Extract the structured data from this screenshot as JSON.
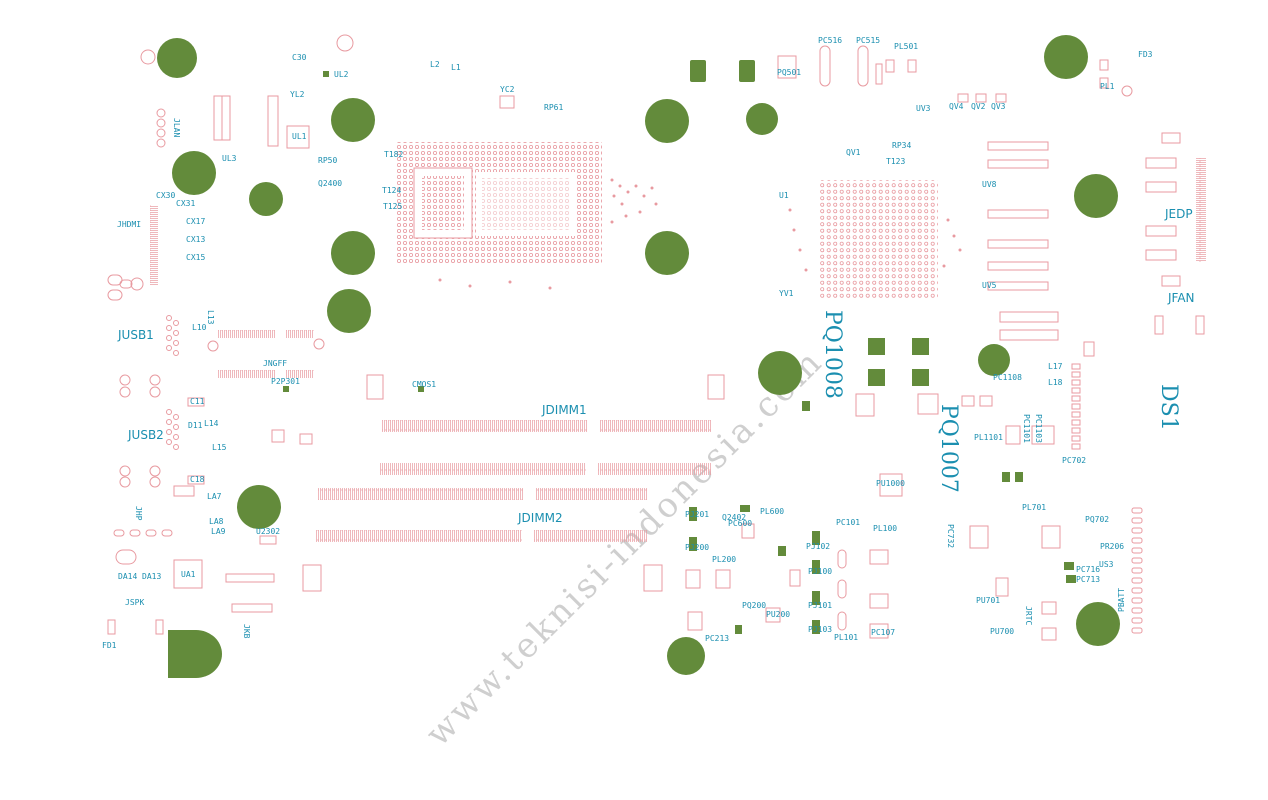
{
  "watermark": "www.teknisi-indonesia.com",
  "colors": {
    "silkscreen": "#e89aa0",
    "labels": "#1b8fb0",
    "mounting_holes": "#638b3b",
    "background": "#ffffff"
  },
  "labels": {
    "jusb1": "JUSB1",
    "jusb2": "JUSB2",
    "jedp": "JEDP",
    "jfan": "JFAN",
    "jdimm1": "JDIMM1",
    "jdimm2": "JDIMM2",
    "jngff": "JNGFF",
    "jhdmi": "JHDMI",
    "jlan": "JLAN",
    "jhp": "JHP",
    "jkb": "JKB",
    "jspk": "JSPK",
    "ds1": "DS1",
    "pq1008": "PQ1008",
    "pq1007": "PQ1007",
    "u1": "U1",
    "ul1": "UL1",
    "ul2": "UL2",
    "ul3": "UL3",
    "ua1": "UA1",
    "uv3": "UV3",
    "uv5": "UV5",
    "uv8": "UV8",
    "u2302": "U2302",
    "us3": "US3",
    "l1": "L1",
    "l2": "L2",
    "yl2": "YL2",
    "yc2": "YC2",
    "pl1101": "PL1101",
    "pl100": "PL100",
    "pl101": "PL101",
    "pl200": "PL200",
    "pl701": "PL701",
    "pc101": "PC101",
    "pc107": "PC107",
    "pc213": "PC213",
    "pc1108": "PC1108",
    "pq702": "PQ702",
    "pbatt": "PBATT",
    "fd1": "FD1",
    "fd3": "FD3",
    "pl1": "PL1",
    "pc516": "PC516",
    "pc515": "PC515",
    "pl501": "PL501",
    "pq501": "PQ501",
    "p2p301": "P2P301",
    "cmos1": "CMOS1",
    "jrtc": "JRTC",
    "da14": "DA14",
    "da13": "DA13",
    "pu700": "PU700",
    "pu701": "PU701",
    "pu200": "PU200",
    "pq200": "PQ200",
    "pl600": "PL600",
    "pu1000": "PU1000",
    "q2400": "Q2400",
    "q2402": "Q2402",
    "c30": "C30",
    "rp61": "RP61",
    "rp50": "RP50",
    "rp34": "RP34",
    "l17": "L17",
    "l18": "L18",
    "l10": "L10",
    "l13": "L13",
    "l14": "L14",
    "l15": "L15",
    "c11": "C11",
    "c18": "C18",
    "d11": "D11",
    "la7": "LA7",
    "la8": "LA8",
    "la9": "LA9",
    "t124": "T124",
    "t125": "T125",
    "t182": "T182",
    "t123": "T123",
    "cx30": "CX30",
    "cx31": "CX31",
    "cx17": "CX17",
    "cx13": "CX13",
    "cx15": "CX15",
    "qv1": "QV1",
    "qv2": "QV2",
    "qv3": "QV3",
    "qv4": "QV4",
    "yv1": "YV1",
    "pc702": "PC702",
    "pc713": "PC713",
    "pc716": "PC716",
    "pr206": "PR206",
    "pc732": "PC732",
    "pc1101": "PC1101",
    "pc1103": "PC1103",
    "pj102": "PJ102",
    "pj103": "PJ103",
    "pj101": "PJ101",
    "pj100": "PJ100",
    "pj201": "PJ201",
    "pj200": "PJ200",
    "pc600": "PC600"
  }
}
